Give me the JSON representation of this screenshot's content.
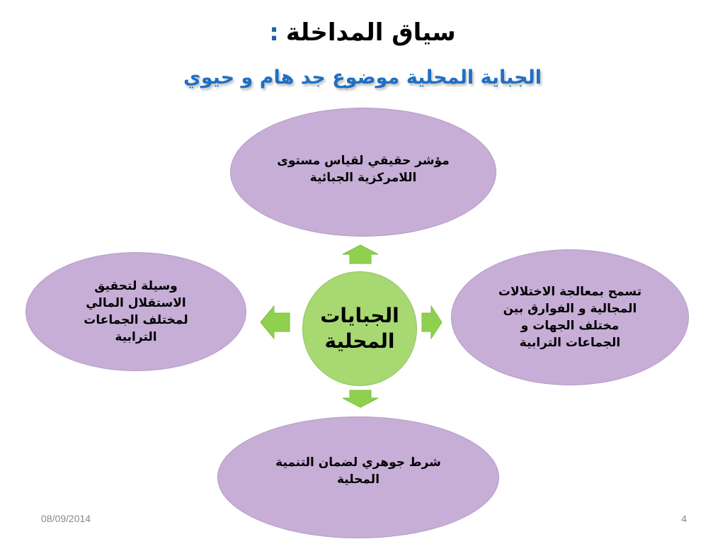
{
  "title": {
    "text": "سياق المداخلة",
    "colon": ":"
  },
  "subtitle": "الجباية المحلية موضوع جد هام و حيوي",
  "center": {
    "label": "الجبايات\nالمحلية"
  },
  "nodes": {
    "top": "مؤشر حقيقي لقياس مستوى\nاللامركزية الجبائية",
    "right": "تسمح بمعالجة الاختلالات\nالمجالية و الفوارق بين\nمختلف الجهات و\nالجماعات الترابية",
    "left": "وسيلة لتحقيق\nالاستقلال المالي\nلمختلف الجماعات\nالترابية",
    "bottom": "شرط جوهري لضمان التنمية\nالمحلية"
  },
  "colors": {
    "node_fill": "#c6aed7",
    "center_fill": "#a7d872",
    "arrow_fill": "#8fd14f",
    "title_colon": "#1f5fa8",
    "subtitle": "#1f6fc4"
  },
  "footer": {
    "date": "08/09/2014",
    "page": "4"
  }
}
